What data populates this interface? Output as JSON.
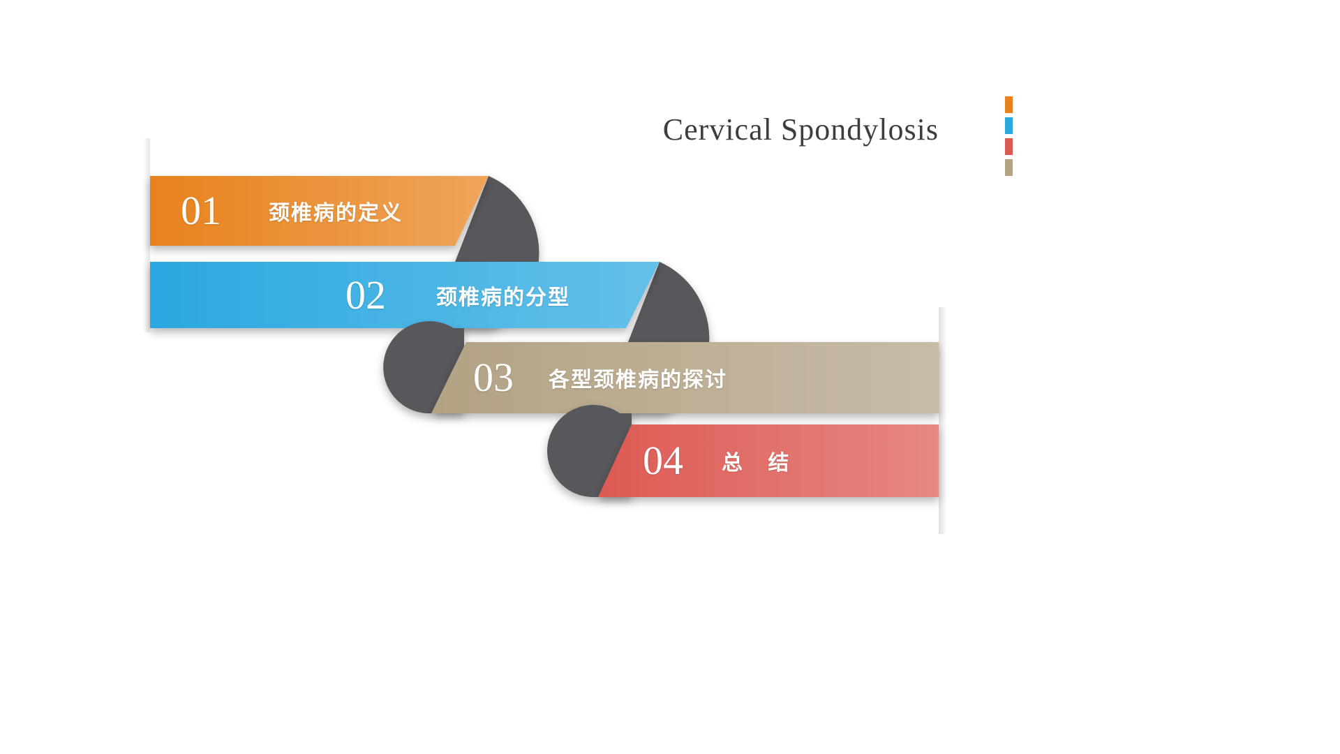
{
  "slide": {
    "title": "Cervical Spondylosis",
    "fold_color": "#58595B",
    "items": [
      {
        "number": "01",
        "label": "颈椎病的定义",
        "color": "#E8821E"
      },
      {
        "number": "02",
        "label": "颈椎病的分型",
        "color": "#29A8E0"
      },
      {
        "number": "03",
        "label": "各型颈椎病的探讨",
        "color": "#B3A284"
      },
      {
        "number": "04",
        "label": "总 结",
        "color": "#DD5A52"
      }
    ],
    "legend": {
      "colors": [
        "#E8821E",
        "#29A8E0",
        "#DD5A52",
        "#B3A284"
      ]
    }
  }
}
